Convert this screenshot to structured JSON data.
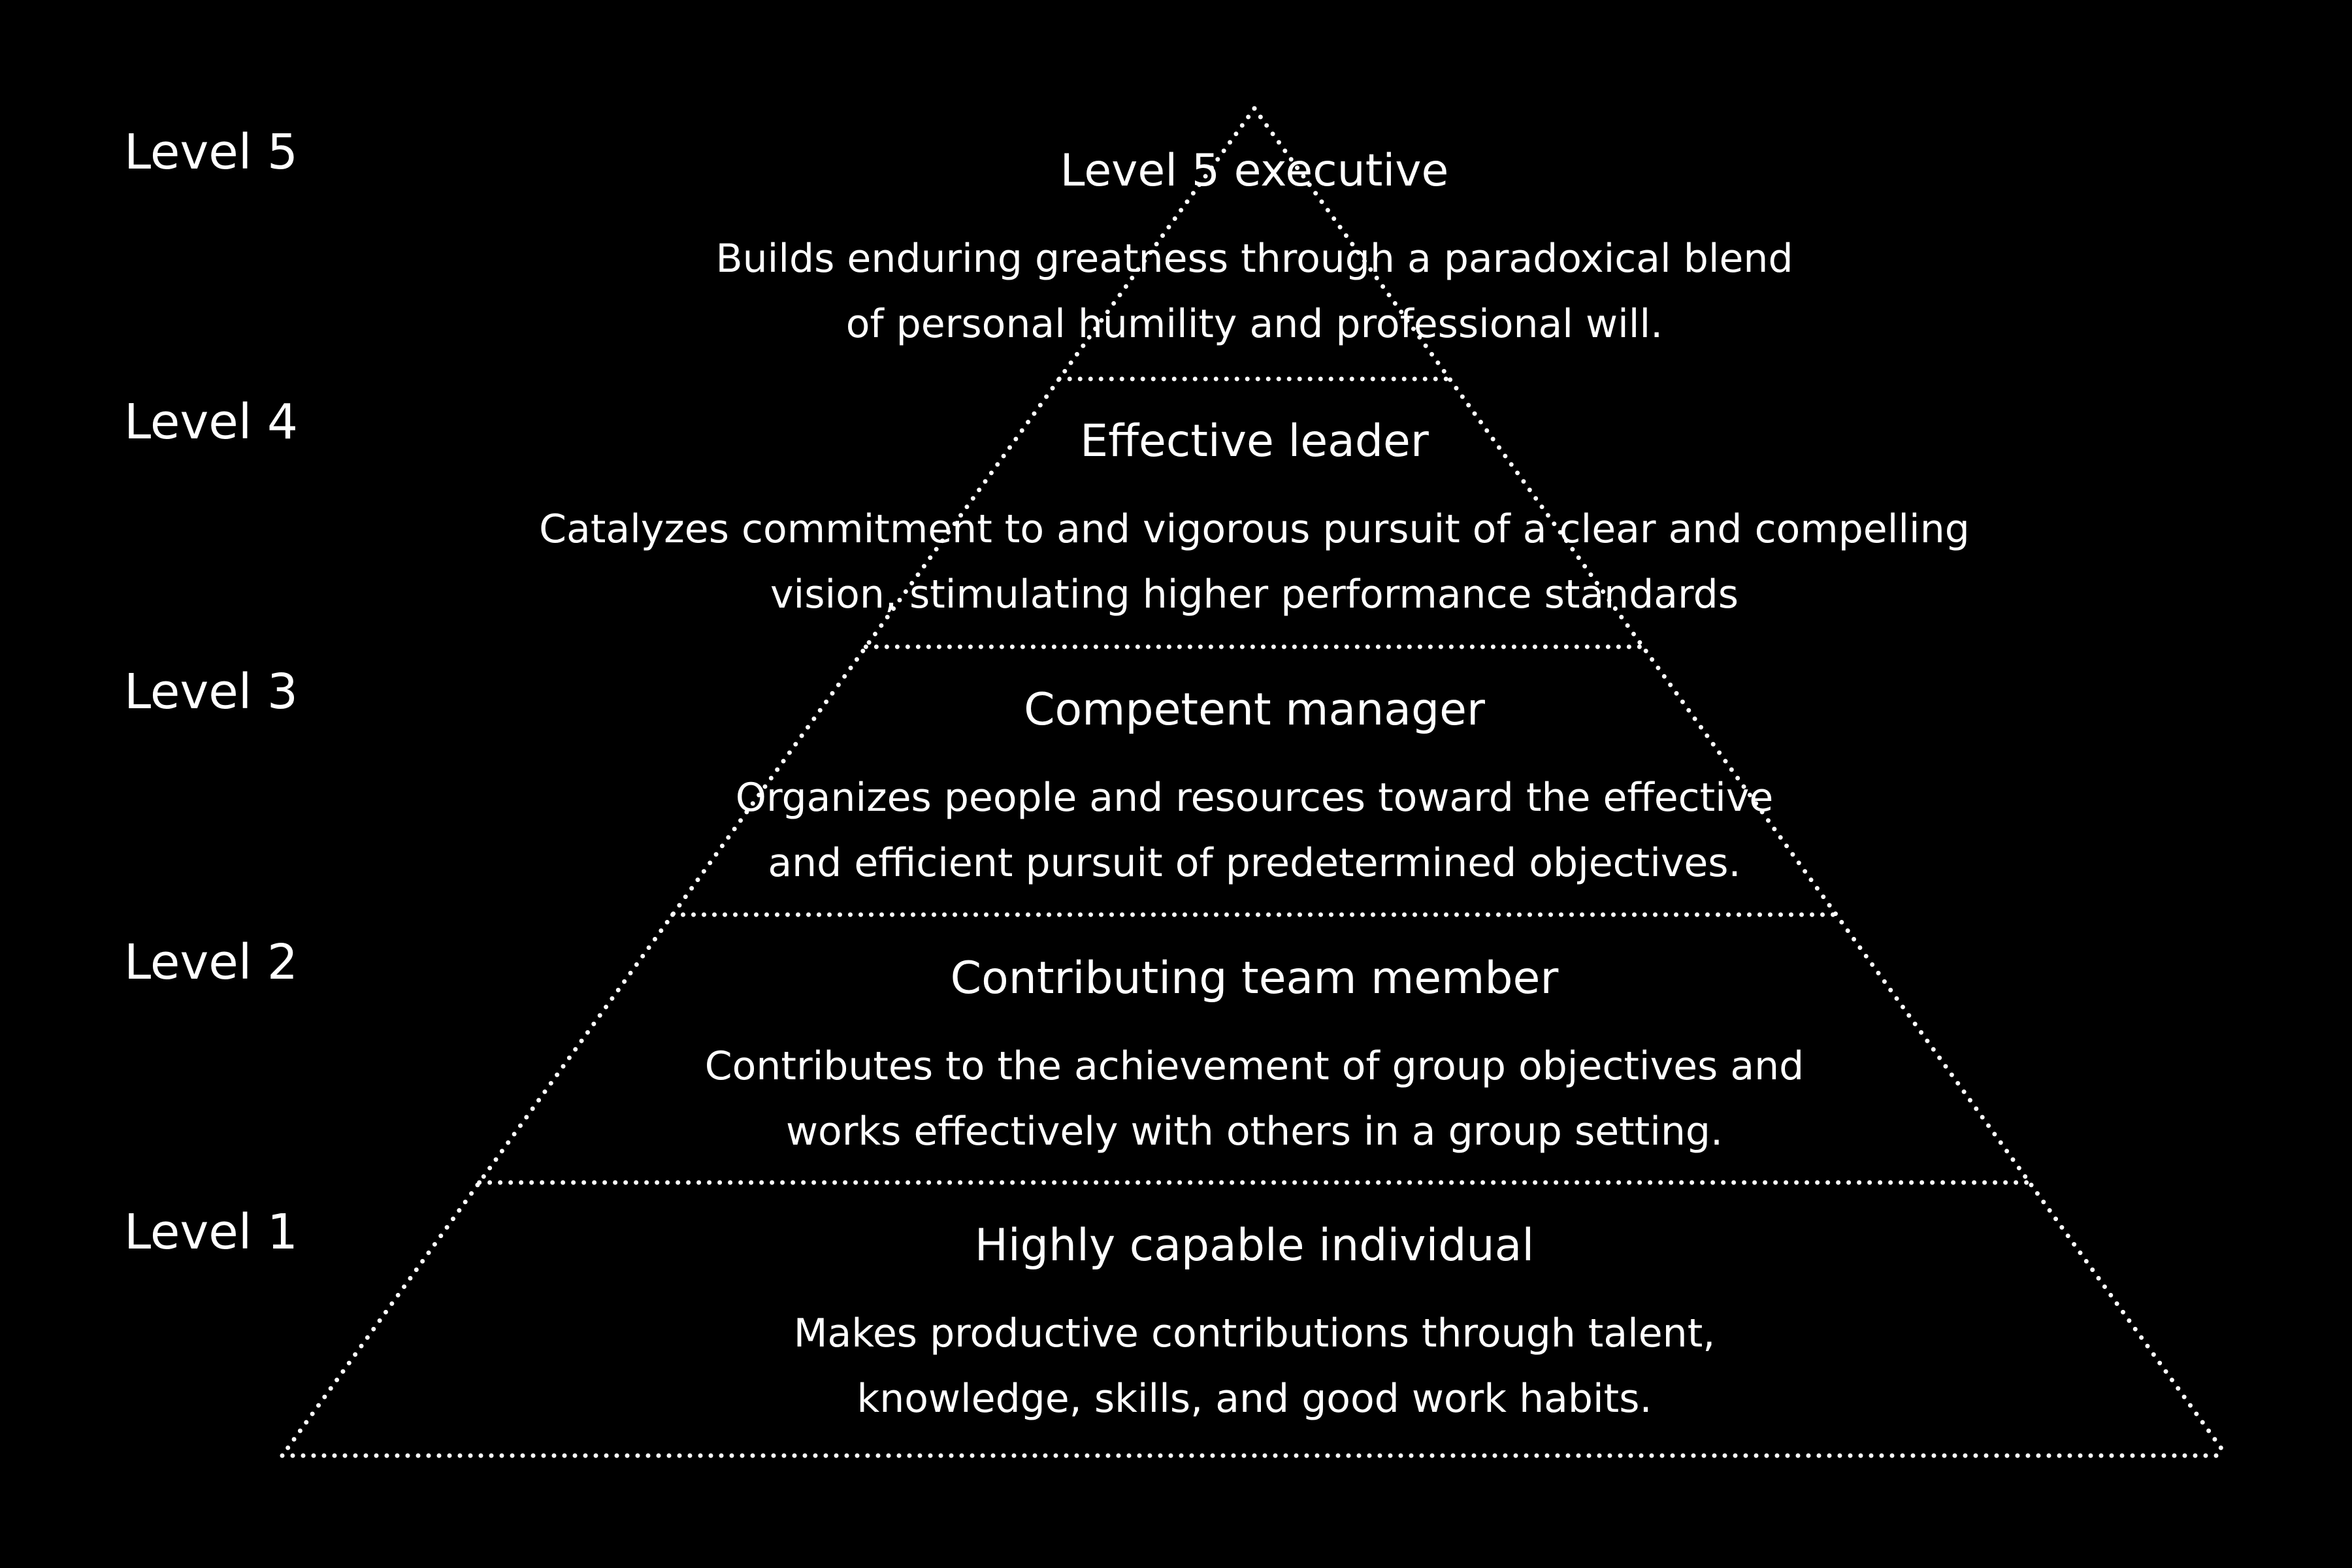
{
  "colors": {
    "background": "#000000",
    "text": "#ffffff",
    "dotted_line": "#ffffff"
  },
  "levels": [
    {
      "label": "Level 5",
      "title": "Level 5 executive",
      "description": [
        "Builds enduring greatness through a paradoxical blend",
        "of personal humility and professional will."
      ]
    },
    {
      "label": "Level 4",
      "title": "Effective leader",
      "description": [
        "Catalyzes commitment to and vigorous pursuit of a clear and compelling",
        "vision, stimulating higher performance standards"
      ]
    },
    {
      "label": "Level 3",
      "title": "Competent manager",
      "description": [
        "Organizes people and resources toward the effective",
        "and efficient pursuit of predetermined objectives."
      ]
    },
    {
      "label": "Level 2",
      "title": "Contributing team member",
      "description": [
        "Contributes to the achievement of group objectives and",
        "works effectively with others in a group setting."
      ]
    },
    {
      "label": "Level 1",
      "title": "Highly capable individual",
      "description": [
        "Makes productive contributions through talent,",
        "knowledge, skills, and good work habits."
      ]
    }
  ]
}
